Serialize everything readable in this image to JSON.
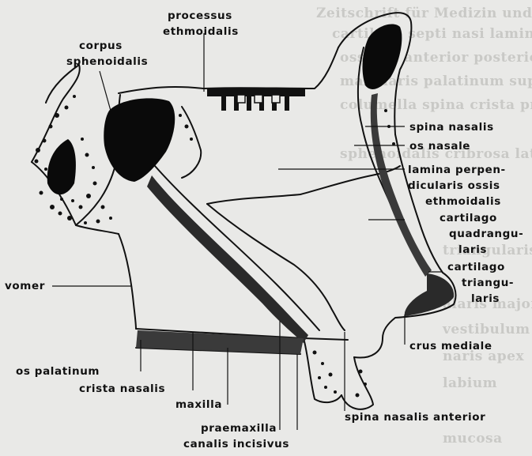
{
  "labels": {
    "processus_ethmoidalis": [
      "processus",
      "ethmoidalis"
    ],
    "corpus_sphenoidalis": [
      "corpus",
      "sphenoidalis"
    ],
    "spina_nasalis": "spina nasalis",
    "os_nasale": "os nasale",
    "lamina_perpendicularis": [
      "lamina perpen-",
      "dicularis ossis",
      "ethmoidalis"
    ],
    "cartilago_quadrangularis": [
      "cartilago",
      "quadrangu-",
      "laris"
    ],
    "cartilago_triangularis": [
      "cartilago",
      "triangu-",
      "laris"
    ],
    "vomer": "vomer",
    "crus_mediale": "crus mediale",
    "os_palatinum": "os palatinum",
    "crista_nasalis": "crista nasalis",
    "maxilla": "maxilla",
    "spina_nasalis_anterior": "spina nasalis anterior",
    "praemaxilla": "praemaxilla",
    "canalis_incisivus": "canalis incisivus"
  }
}
